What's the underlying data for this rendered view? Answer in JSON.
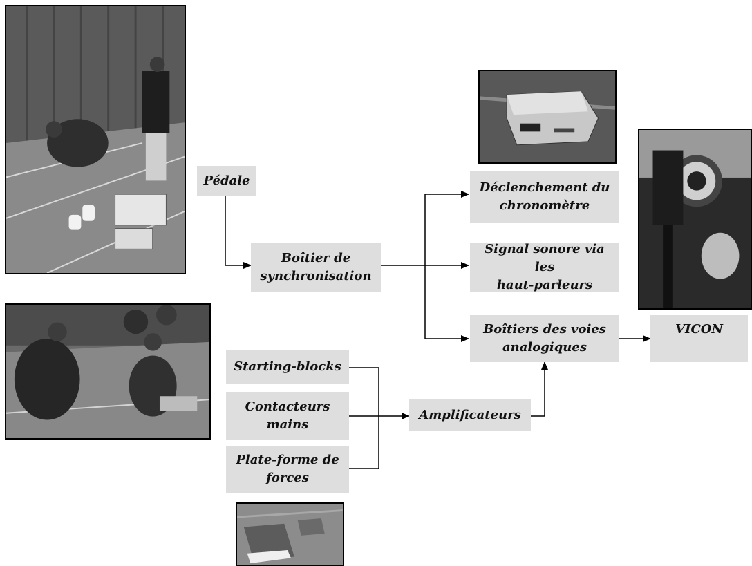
{
  "diagram": {
    "nodes": {
      "pedale": "Pédale",
      "boitier_sync": "Boîtier de\nsynchronisation",
      "declenchement": "Déclenchement du\nchronomètre",
      "signal_sonore": "Signal sonore via les\nhaut-parleurs",
      "boitiers_voies": "Boîtiers des voies\nanalogiques",
      "vicon": "VICON",
      "starting_blocks": "Starting-blocks",
      "contacteurs": "Contacteurs\nmains",
      "plate_forme": "Plate-forme de\nforces",
      "amplificateurs": "Amplificateurs"
    },
    "edges": [
      {
        "from": "Pédale",
        "to": "Boîtier de synchronisation"
      },
      {
        "from": "Boîtier de synchronisation",
        "to": "Déclenchement du chronomètre"
      },
      {
        "from": "Boîtier de synchronisation",
        "to": "Signal sonore via les haut-parleurs"
      },
      {
        "from": "Boîtier de synchronisation",
        "to": "Boîtiers des voies analogiques"
      },
      {
        "from": "Boîtiers des voies analogiques",
        "to": "VICON"
      },
      {
        "from": "Starting-blocks",
        "to": "Amplificateurs"
      },
      {
        "from": "Contacteurs mains",
        "to": "Amplificateurs"
      },
      {
        "from": "Plate-forme de forces",
        "to": "Amplificateurs"
      },
      {
        "from": "Amplificateurs",
        "to": "Boîtiers des voies analogiques"
      }
    ]
  },
  "photos": {
    "sprinter_setup": "grayscale photo of sprinter in start position beside a woman, with speakers and sync boxes on the track",
    "sync_box": "grayscale photo of a synchronisation box on the ground",
    "vicon_camera": "grayscale photo of a woman holding a VICON camera",
    "starting_blocks_install": "grayscale photo of two people installing starting-blocks",
    "force_platform": "grayscale photo of a force platform embedded in the floor"
  },
  "colors": {
    "box_fill": "#dedede",
    "line": "#000000"
  }
}
